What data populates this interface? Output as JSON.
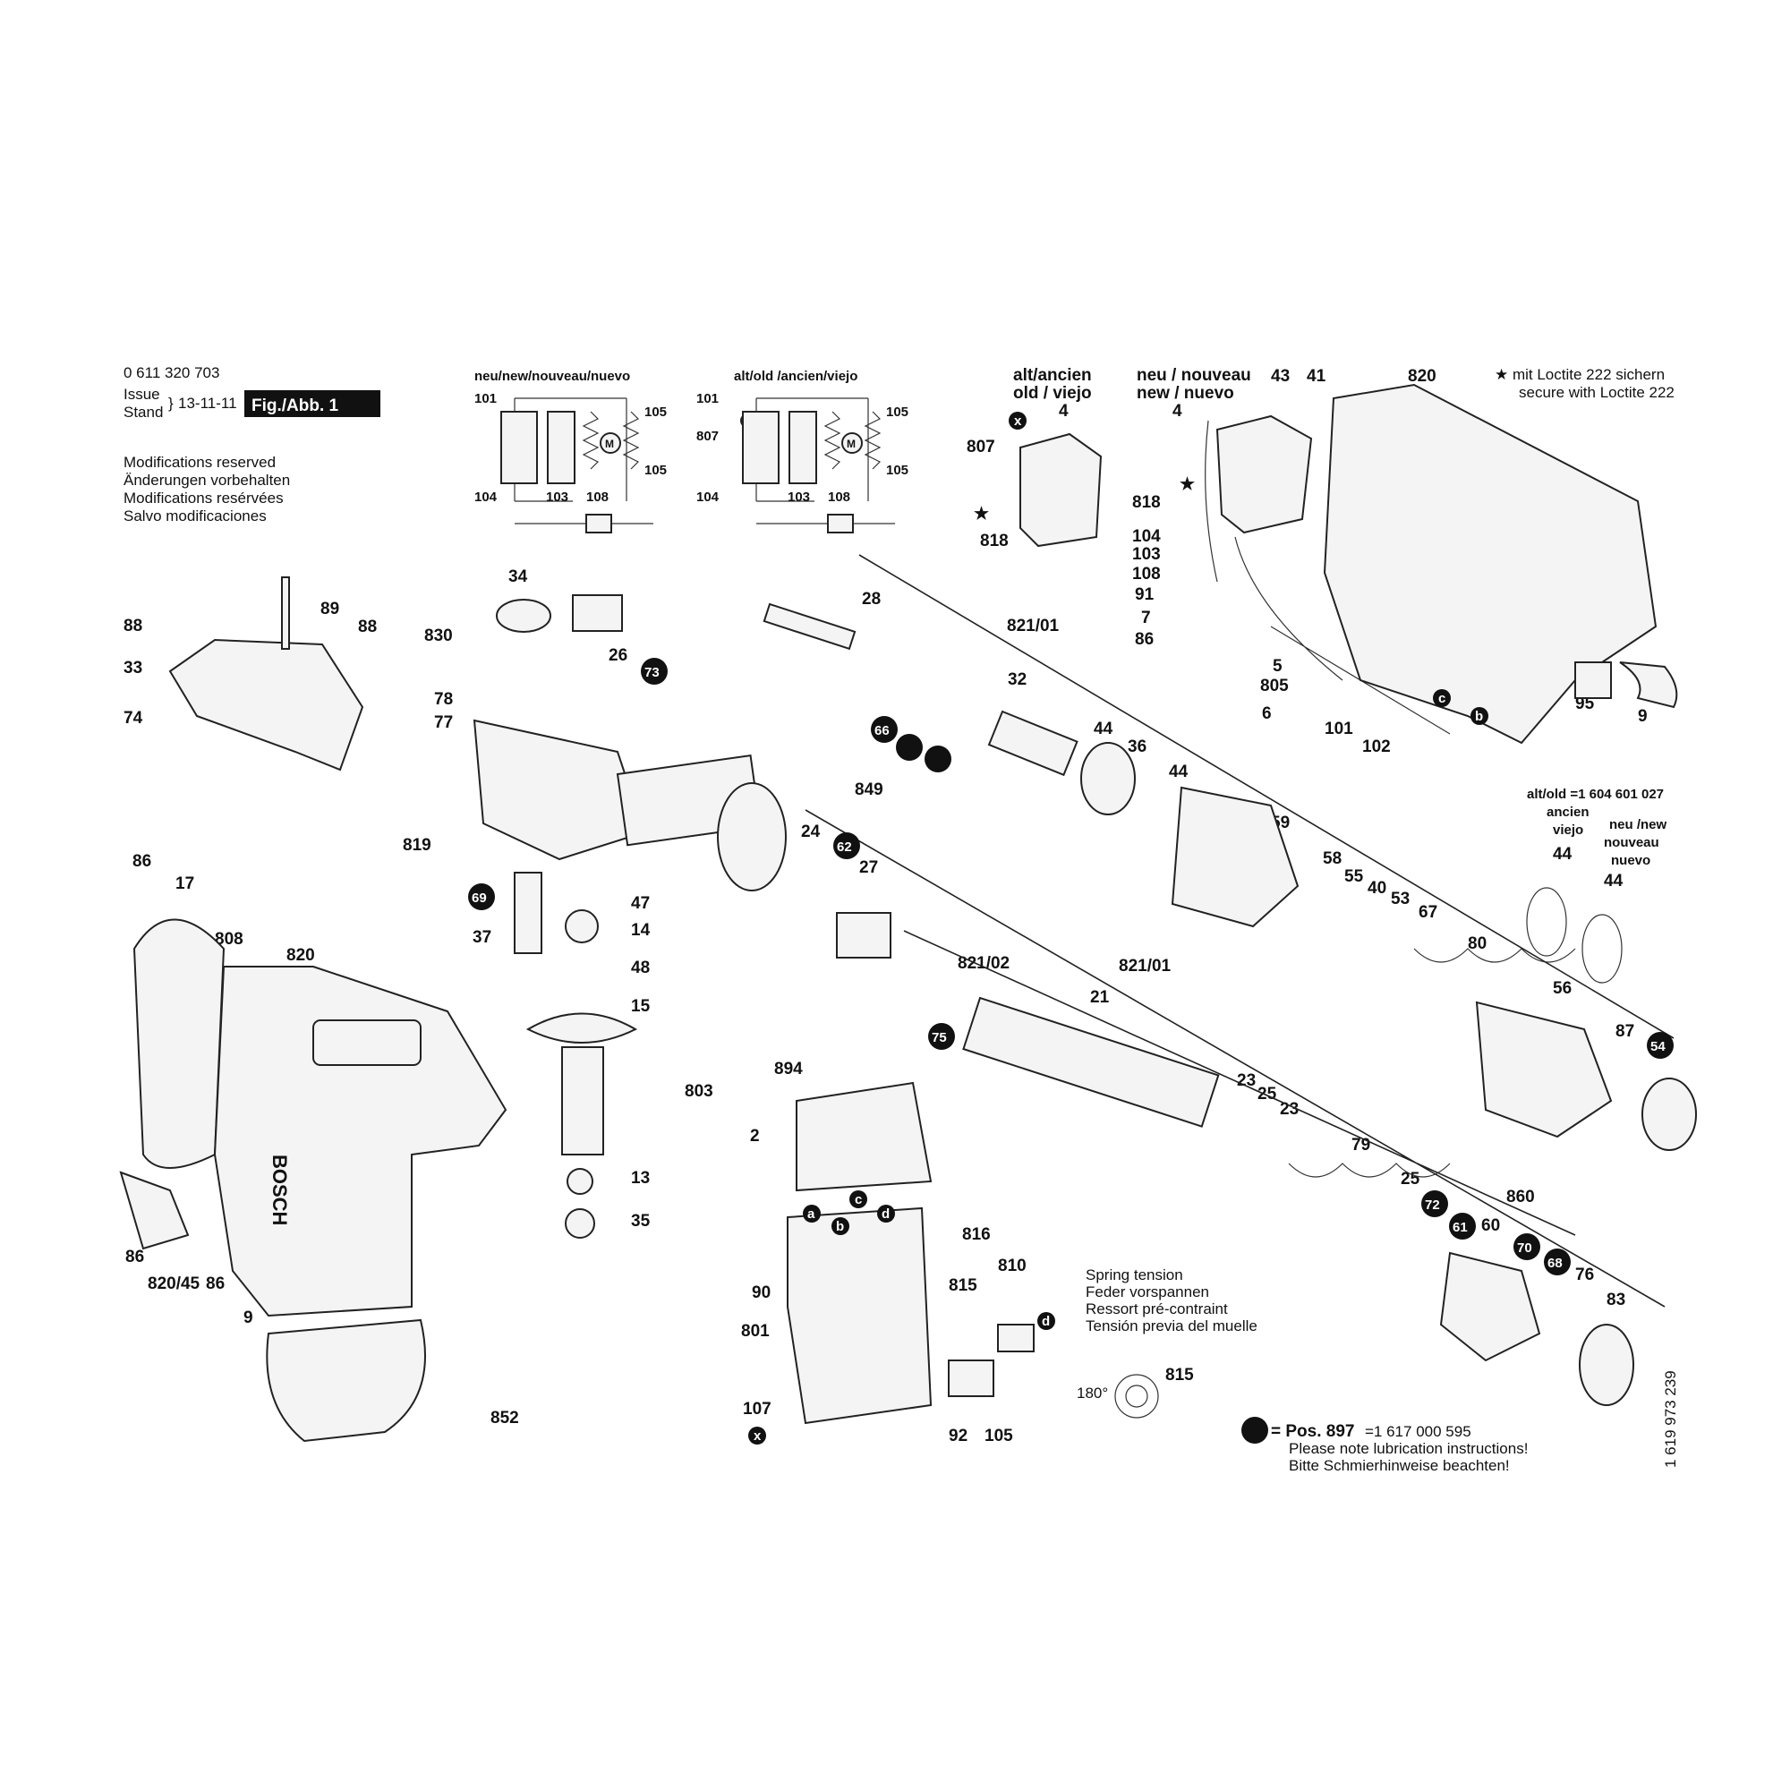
{
  "header": {
    "doc_number": "0 611 320 703",
    "issue_label": "Issue",
    "stand_label": "Stand",
    "issue_date": "13-11-11",
    "figure_tag": "Fig./Abb. 1",
    "modifications": [
      "Modifications reserved",
      "Änderungen vorbehalten",
      "Modifications resérvées",
      "Salvo modificaciones"
    ],
    "loctite_note": [
      "★ mit Loctite 222 sichern",
      "secure with Loctite 222"
    ]
  },
  "schematics": {
    "new_title": "neu/new/nouveau/nuevo",
    "old_title": "alt/old /ancien/viejo",
    "switch_old_title": [
      "alt/ancien",
      "old / viejo"
    ],
    "switch_new_title": [
      "neu / nouveau",
      "new / nuevo"
    ]
  },
  "variant_44": {
    "title": "alt/old =1 604 601 027",
    "old_label": [
      "ancien",
      "viejo"
    ],
    "new_label": [
      "neu /new",
      "nouveau",
      "nuevo"
    ]
  },
  "spring_note": {
    "lines": [
      "Spring tension",
      "Feder vorspannen",
      "Ressort pré-contraint",
      "Tensión previa del muelle"
    ],
    "angle": "180°",
    "part": "815"
  },
  "lubrication": {
    "pos": "= Pos. 897",
    "number": "=1 617 000 595",
    "lines": [
      "Please note lubrication instructions!",
      "Bitte Schmierhinweise beachten!"
    ]
  },
  "drawing_number": "1 619 973 239",
  "brand_mark": "BOSCH",
  "callouts": {
    "s101a": "101",
    "s105a": "105",
    "s105b": "105",
    "s104a": "104",
    "s103a": "103",
    "s108a": "108",
    "s101b": "101",
    "s807b": "807",
    "s105c": "105",
    "s105d": "105",
    "s104b": "104",
    "s103b": "103",
    "s108b": "108",
    "p807": "807",
    "p4a": "4",
    "p818a": "818",
    "p4b": "4",
    "p818b": "818",
    "p43": "43",
    "p41": "41",
    "p820a": "820",
    "p104": "104",
    "p103": "103",
    "p108": "108",
    "p91": "91",
    "p7": "7",
    "p86a": "86",
    "p5": "5",
    "p805": "805",
    "p6": "6",
    "p101": "101",
    "p102": "102",
    "p95": "95",
    "p9a": "9",
    "p34": "34",
    "p830": "830",
    "p26": "26",
    "p89": "89",
    "p88a": "88",
    "p88b": "88",
    "p33": "33",
    "p74": "74",
    "p78": "78",
    "p77": "77",
    "p819": "819",
    "p37": "37",
    "p47": "47",
    "p14": "14",
    "p48": "48",
    "p15": "15",
    "p803": "803",
    "p13": "13",
    "p35": "35",
    "p86b": "86",
    "p17": "17",
    "p808": "808",
    "p820b": "820",
    "p86c": "86",
    "p820_45": "820/45",
    "p86d": "86",
    "p9b": "9",
    "p852": "852",
    "p28": "28",
    "p821_01a": "821/01",
    "p32": "32",
    "p849": "849",
    "p44a": "44",
    "p36": "36",
    "p44b": "44",
    "p59": "59",
    "p58": "58",
    "p55": "55",
    "p40": "40",
    "p53": "53",
    "p67": "67",
    "p80": "80",
    "p56": "56",
    "p87": "87",
    "p24": "24",
    "p27": "27",
    "p821_02": "821/02",
    "p821_01b": "821/01",
    "p21": "21",
    "p23a": "23",
    "p25a": "25",
    "p23b": "23",
    "p79": "79",
    "p25b": "25",
    "p860": "860",
    "p60": "60",
    "p76": "76",
    "p83": "83",
    "p894": "894",
    "p2": "2",
    "p90": "90",
    "p801": "801",
    "p107": "107",
    "p816": "816",
    "p815": "815",
    "p810": "810",
    "p92": "92",
    "p105": "105",
    "p44c": "44",
    "p44d": "44"
  },
  "badges": {
    "b73": "73",
    "b66": "66",
    "b62": "62",
    "b69": "69",
    "b75": "75",
    "b54": "54",
    "b72": "72",
    "b61": "61",
    "b70": "70",
    "b68": "68",
    "lx1": "x",
    "lx2": "x",
    "la": "a",
    "lb": "b",
    "lc": "c",
    "ld": "d",
    "lc2": "c",
    "lb2": "b",
    "ld2": "d"
  }
}
